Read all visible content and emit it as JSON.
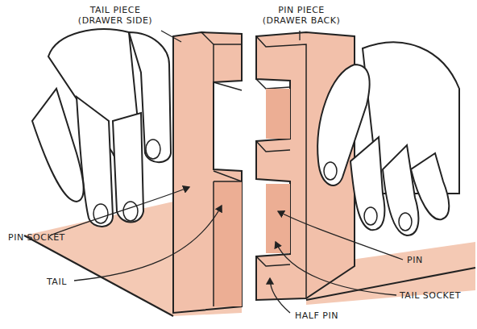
{
  "diagram": {
    "labels": [
      "TAIL PIECE (DRAWER SIDE)",
      "PIN PIECE (DRAWER BACK)",
      "PIN SOCKET",
      "TAIL",
      "PIN",
      "TAIL SOCKET",
      "HALF PIN"
    ]
  }
}
